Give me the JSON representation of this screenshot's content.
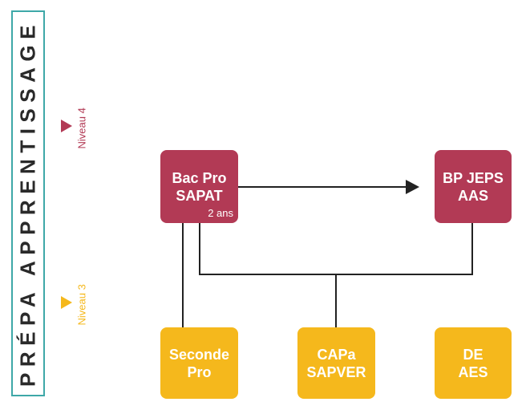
{
  "side_title": "PRÉPA APPRENTISSAGE",
  "levels": {
    "level4": {
      "label": "Niveau 4",
      "color": "#b23a55"
    },
    "level3": {
      "label": "Niveau 3",
      "color": "#f5b81c"
    }
  },
  "boxes": {
    "bac_pro": {
      "line1": "Bac Pro",
      "line2": "SAPAT",
      "duration": "2 ans"
    },
    "bp_jeps": {
      "line1": "BP JEPS",
      "line2": "AAS"
    },
    "seconde_pro": {
      "line1": "Seconde",
      "line2": "Pro"
    },
    "capa": {
      "line1": "CAPa",
      "line2": "SAPVER"
    },
    "de_aes": {
      "line1": "DE",
      "line2": "AES"
    }
  },
  "colors": {
    "red": "#b23a55",
    "yellow": "#f5b81c",
    "frame": "#3ea8a8",
    "line": "#222222"
  }
}
